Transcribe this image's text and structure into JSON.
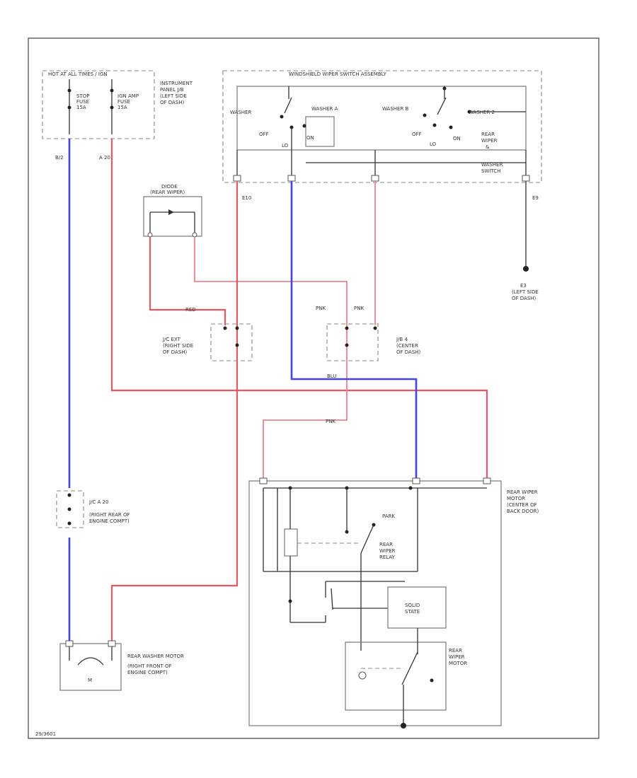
{
  "labels": {
    "hot_fuse_box": "HOT AT ALL TIMES / IGN",
    "fuse1": "STOP",
    "fuse1_b": "FUSE",
    "fuse1_c": "15A",
    "fuse2": "IGN AMP",
    "fuse2_b": "FUSE",
    "fuse2_c": "15A",
    "ipjb_1": "INSTRUMENT",
    "ipjb_2": "PANEL J/B",
    "ipjb_3": "(LEFT SIDE",
    "ipjb_4": "OF DASH)",
    "wsw_title": "WINDSHIELD WIPER SWITCH ASSEMBLY",
    "washer_a": "WASHER",
    "washer_b": "WASHER A",
    "washer_c": "WASHER B",
    "washer_d": "WASHER 2",
    "off1": "OFF",
    "lo1": "LO",
    "on1": "ON",
    "off2": "OFF",
    "lo2": "LO",
    "on2": "ON",
    "rws_1": "REAR",
    "rws_2": "WIPER",
    "rws_3": "&",
    "rws_4": "WASHER",
    "rws_5": "SWITCH",
    "diode_1": "DIODE",
    "diode_2": "(REAR WIPER)",
    "w_b2": "B/2",
    "w_a20": "A 20",
    "w_e10": "E10",
    "w_e9": "E9",
    "gnd_1": "E3",
    "gnd_2": "(LEFT SIDE",
    "gnd_3": "OF DASH)",
    "jc_1": "J/C EXT",
    "jc_2": "(RIGHT SIDE",
    "jc_3": "OF DASH)",
    "jb4_1": "J/B 4",
    "jb4_2": "(CENTER",
    "jb4_3": "OF DASH)",
    "pnk1": "PNK",
    "pnk2": "PNK",
    "w_red": "RED",
    "w_blu": "BLU",
    "w_pnk": "PNK",
    "jc2_1": "J/C A 20",
    "jc2_2": "(RIGHT REAR OF",
    "jc2_3": "ENGINE COMPT)",
    "rwm_1": "REAR WIPER",
    "rwm_2": "MOTOR",
    "rwm_3": "(CENTER OF",
    "rwm_4": "BACK DOOR)",
    "park": "PARK",
    "relay_1": "REAR",
    "relay_2": "WIPER",
    "relay_3": "RELAY",
    "solid_1": "SOLID",
    "solid_2": "STATE",
    "motor_1": "REAR",
    "motor_2": "WIPER",
    "motor_3": "MOTOR",
    "washm_1": "REAR WASHER MOTOR",
    "washm_2": "(RIGHT FRONT OF",
    "washm_3": "ENGINE COMPT)",
    "m": "M",
    "footer": "29/3601"
  }
}
